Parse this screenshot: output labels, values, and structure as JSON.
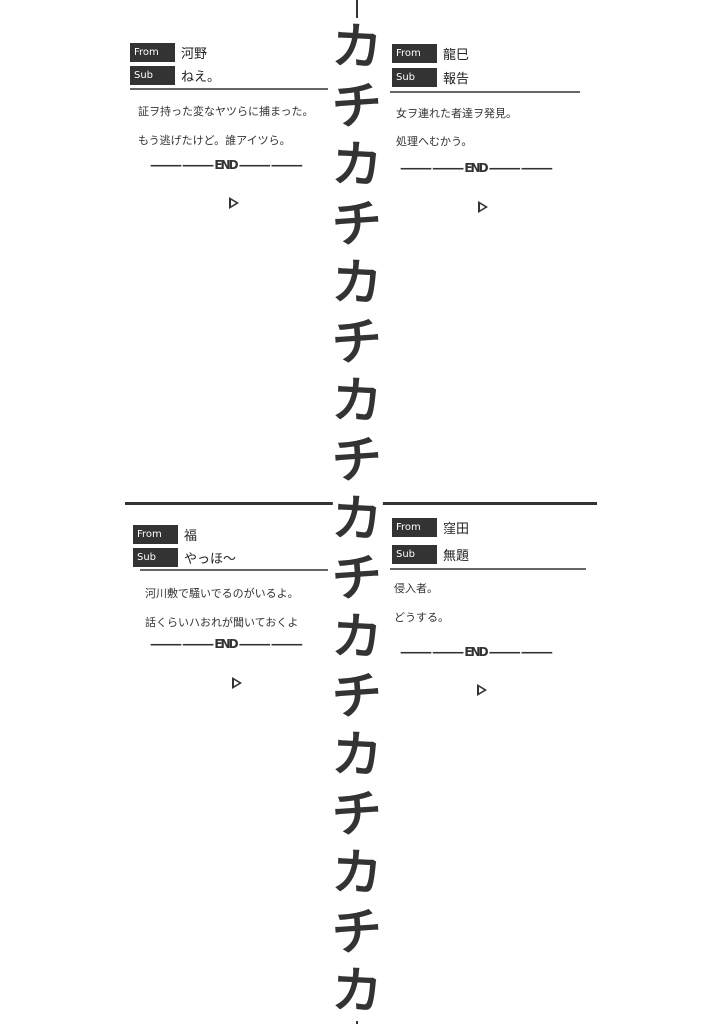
{
  "labels": {
    "from": "From",
    "sub": "Sub",
    "end": "——— ——— END ——— ———"
  },
  "messages": [
    {
      "from": "河野",
      "subject": "ねえ。",
      "lines": [
        "証ヲ持った変なヤツらに捕まった。",
        "もう逃げたけど。誰アイツら。"
      ]
    },
    {
      "from": "龍巳",
      "subject": "報告",
      "lines": [
        "女ヲ連れた者達ヲ発見。",
        "処理へむかう。"
      ]
    },
    {
      "from": "福",
      "subject": "やっほ～",
      "lines": [
        "河川敷で騒いでるのがいるよ。",
        "話くらいハおれが聞いておくよ"
      ]
    },
    {
      "from": "窪田",
      "subject": "無題",
      "lines": [
        "侵入者。",
        "どうする。"
      ]
    }
  ],
  "sound_effect": [
    "カ",
    "チ",
    "カ",
    "チ",
    "カ",
    "チ",
    "カ",
    "チ",
    "カ",
    "チ",
    "カ",
    "チ",
    "カ",
    "チ",
    "カ",
    "チ",
    "カ"
  ]
}
